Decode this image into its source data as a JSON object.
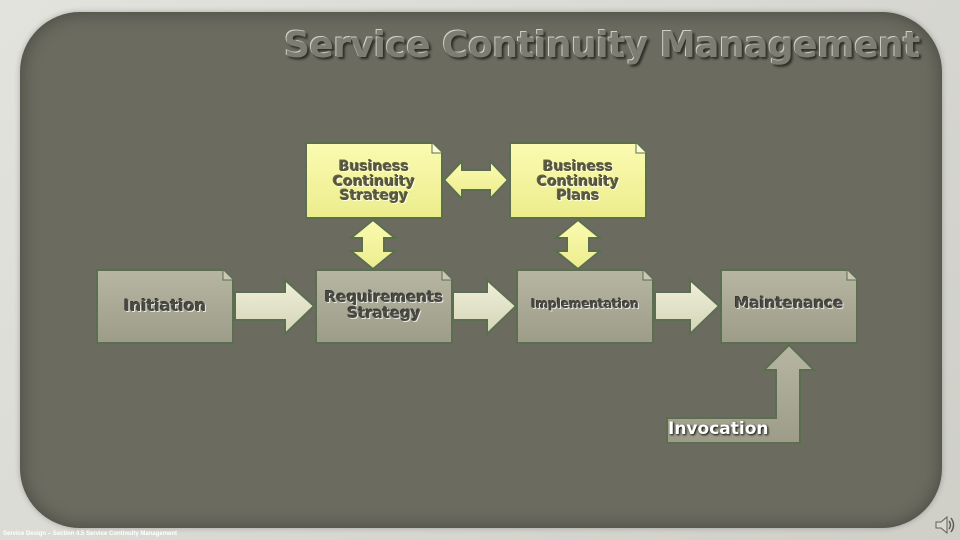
{
  "slide": {
    "title": "Service Continuity Management",
    "footer": "Service Design – Section 4.5 Service Continuity Management"
  },
  "diagram": {
    "stages": [
      {
        "id": "initiation",
        "lines": [
          "Initiation"
        ]
      },
      {
        "id": "requirements",
        "lines": [
          "Requirements",
          "Strategy"
        ]
      },
      {
        "id": "implementation",
        "lines": [
          "Implementation"
        ]
      },
      {
        "id": "maintenance",
        "lines": [
          "Maintenance"
        ]
      }
    ],
    "deliverables": [
      {
        "id": "strategy",
        "lines": [
          "Business",
          "Continuity",
          "Strategy"
        ]
      },
      {
        "id": "plans",
        "lines": [
          "Business",
          "Continuity",
          "Plans"
        ]
      }
    ],
    "invocation_label": "Invocation"
  },
  "icons": {
    "audio": "speaker-icon"
  },
  "colors": {
    "panel": "#6b6b60",
    "stage_box": "#a8a893",
    "deliverable_box": "#f3f39c",
    "arrow": "#e2e2c6",
    "invocation_arrow": "#a8a893"
  }
}
